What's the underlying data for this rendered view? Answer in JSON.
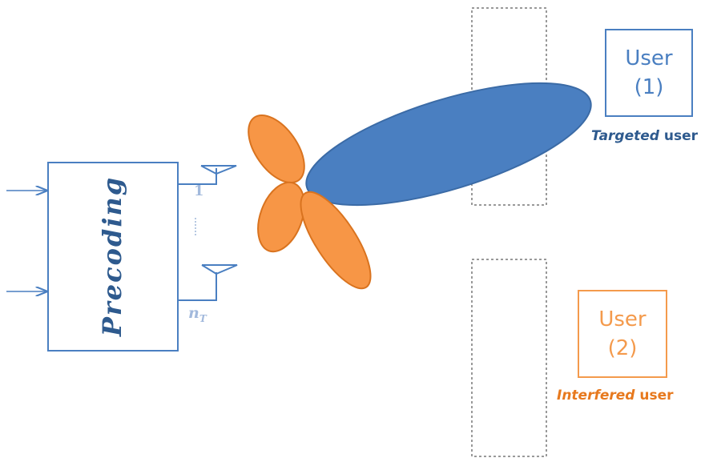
{
  "precoding": {
    "label": "Precoding"
  },
  "antennas": {
    "first_label": "1",
    "last_label_base": "n",
    "last_label_sub": "T"
  },
  "users": [
    {
      "line1": "User",
      "line2": "(1)",
      "caption_emph": "Targeted",
      "caption_rest": " user",
      "color": "#4a7fc1",
      "caption_color": "#2e5a8e"
    },
    {
      "line1": "User",
      "line2": "(2)",
      "caption_emph": "Interfered",
      "caption_rest": " user",
      "color": "#f49a4c",
      "caption_color": "#e7791e"
    }
  ],
  "colors": {
    "main_lobe": "#4a7fc1",
    "side_lobes": "#f79646",
    "side_lobe_outline": "#d9731f",
    "block": "#4a7fc1",
    "antenna_label": "#a2b9dc"
  }
}
